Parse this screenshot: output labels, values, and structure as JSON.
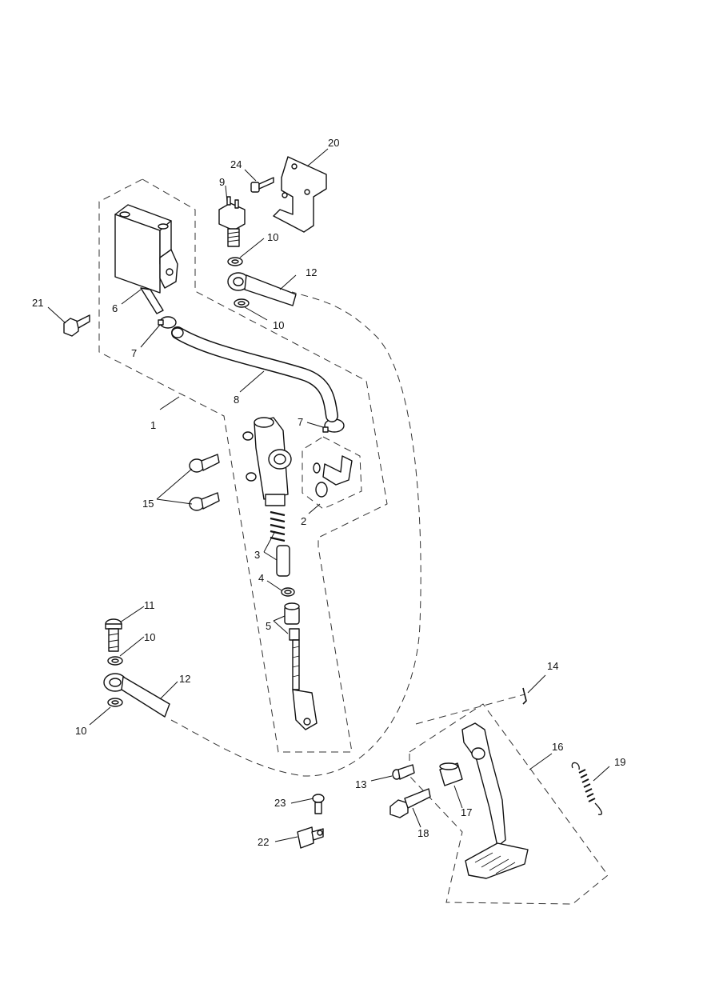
{
  "callouts": [
    "1",
    "2",
    "3",
    "4",
    "5",
    "6",
    "7",
    "7",
    "8",
    "9",
    "10",
    "10",
    "10",
    "10",
    "11",
    "12",
    "12",
    "13",
    "14",
    "15",
    "16",
    "17",
    "18",
    "19",
    "20",
    "21",
    "22",
    "23",
    "24"
  ],
  "part_icons": {
    "reservoir": "reservoir-icon",
    "master_cylinder": "master-cylinder-icon",
    "brake_pedal": "brake-pedal-icon",
    "spring": "spring-icon",
    "bracket": "bracket-icon",
    "bolt": "bolt-icon",
    "hose": "hose-icon",
    "banjo": "banjo-fitting-icon",
    "washer": "washer-icon",
    "switch": "pressure-switch-icon",
    "clip": "clip-icon"
  },
  "colors": {
    "line": "#111111",
    "background": "#ffffff"
  }
}
